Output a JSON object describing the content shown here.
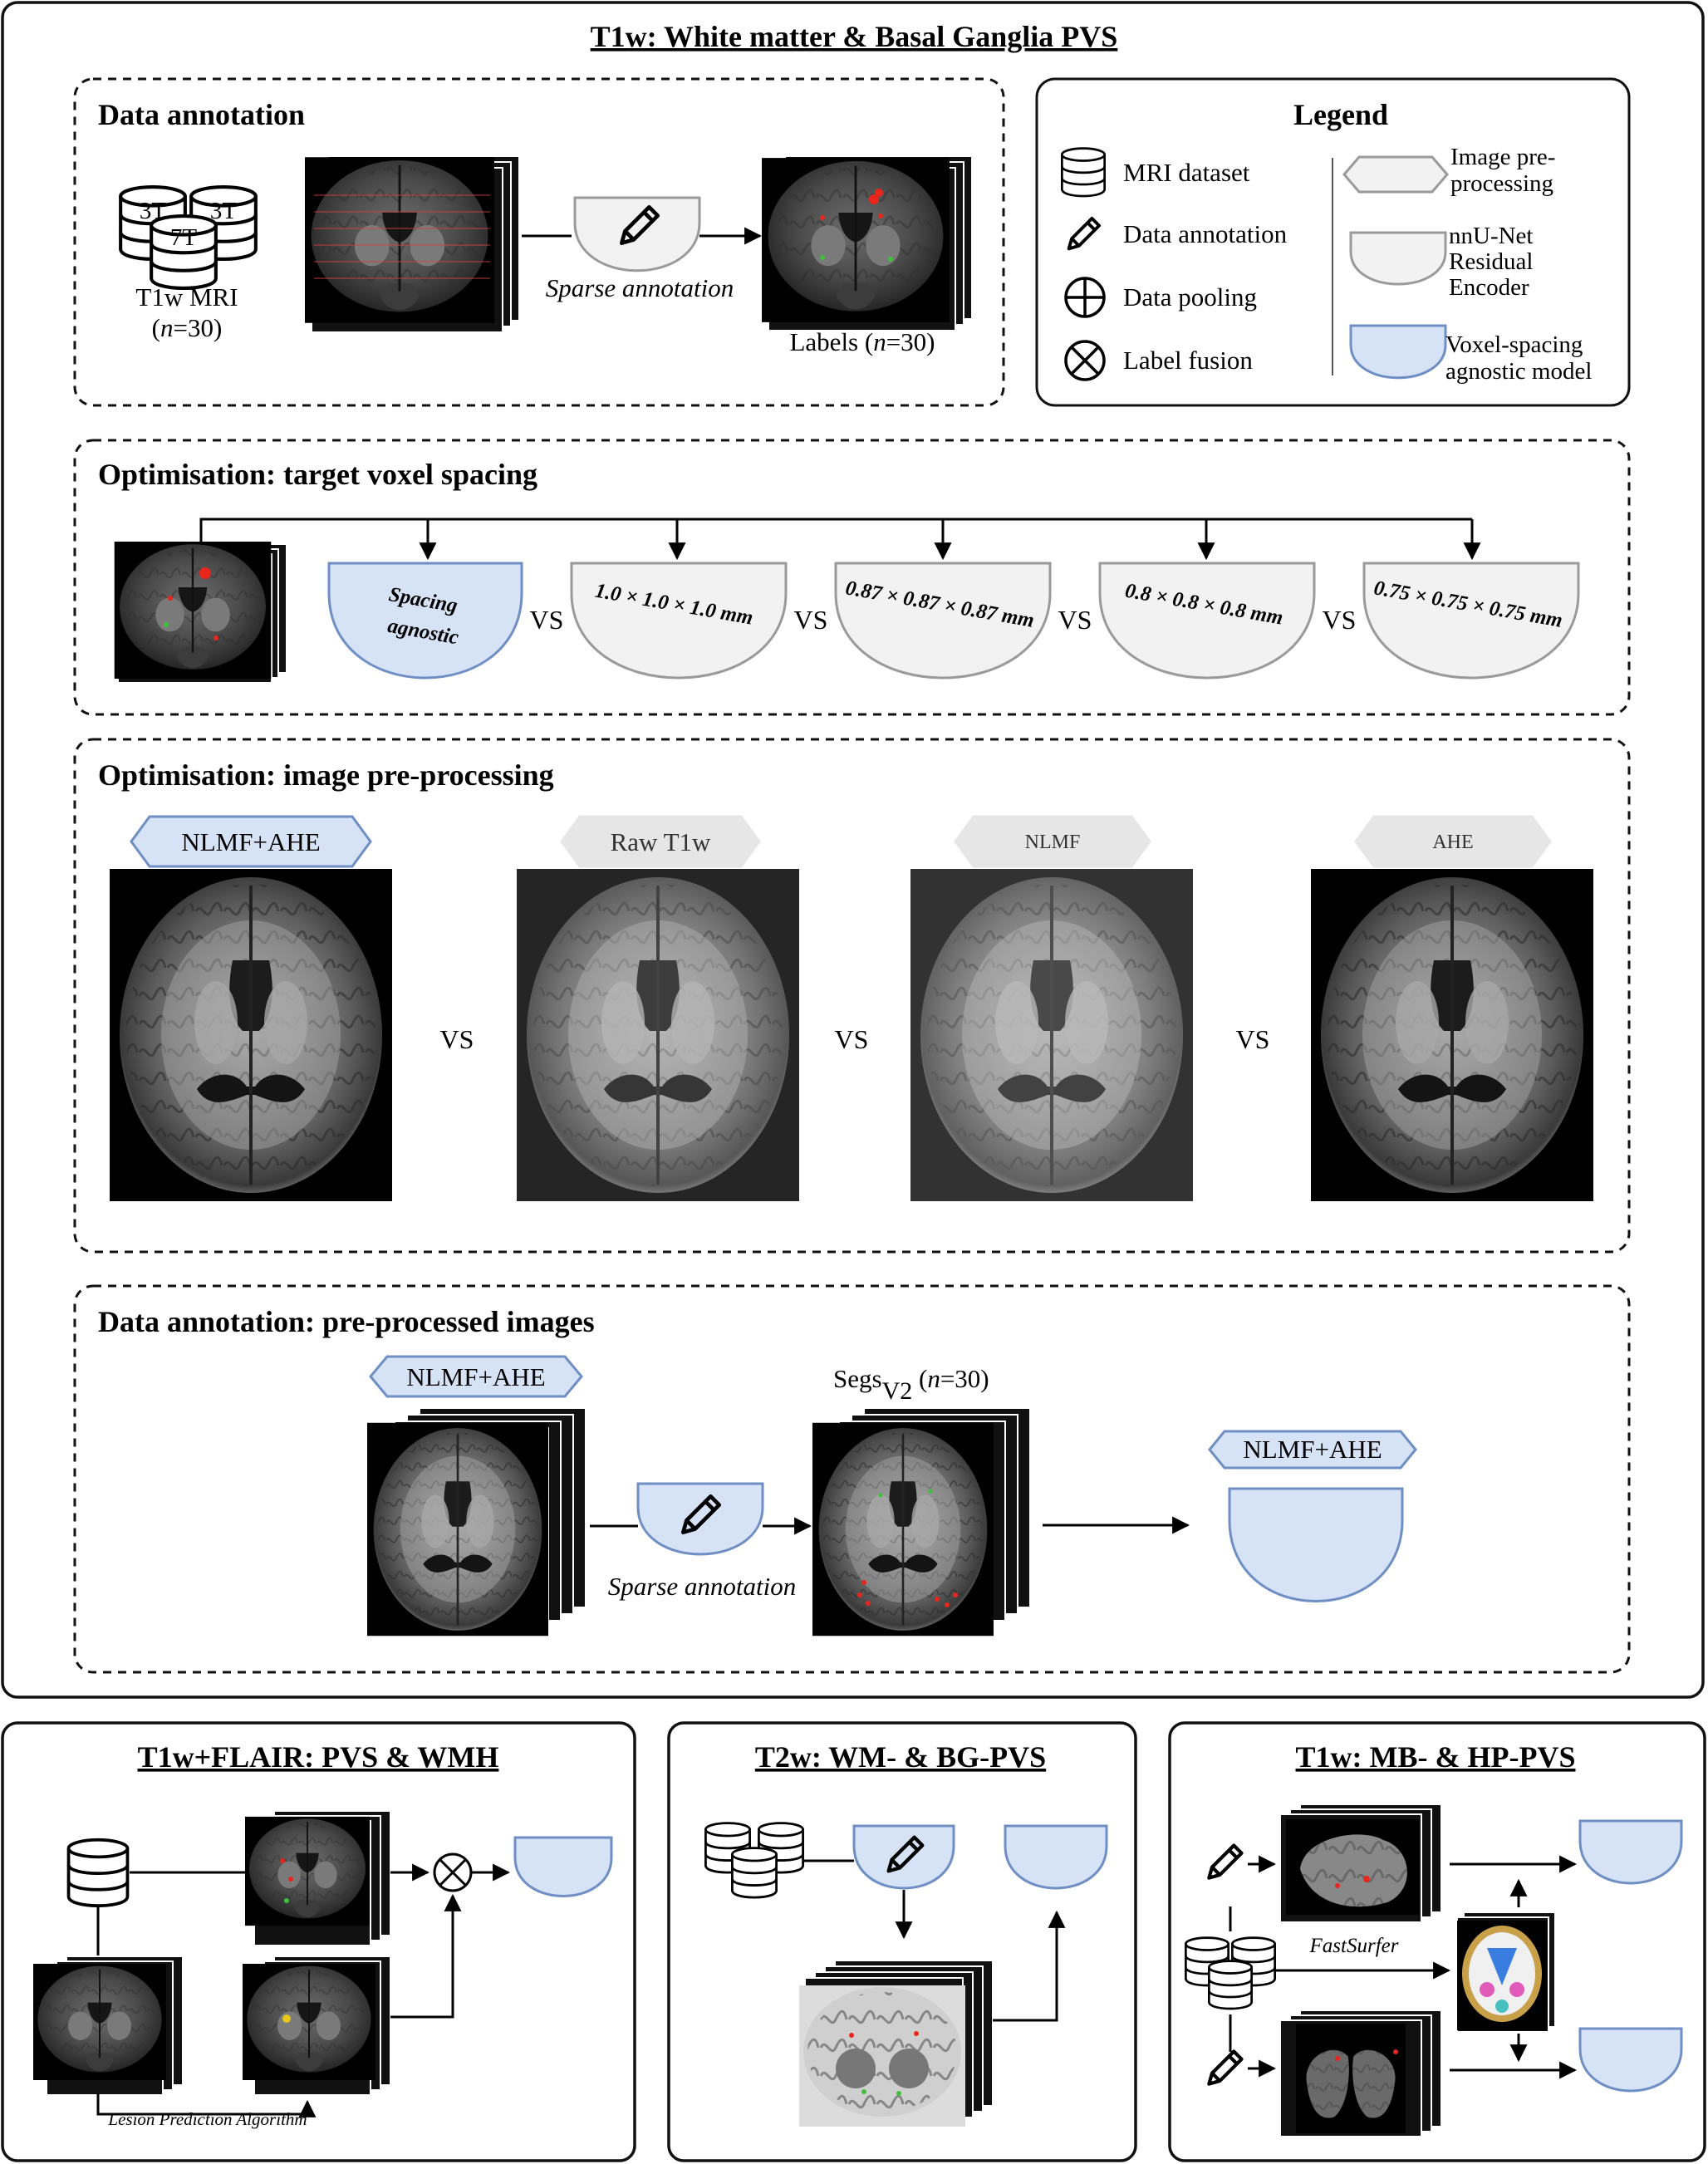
{
  "main_title": "T1w: White matter & Basal Ganglia PVS",
  "colors": {
    "blue_fill": "#d6e2f5",
    "blue_stroke": "#6f8fc4",
    "gray_fill": "#f2f2f2",
    "gray_stroke": "#9a9a9a",
    "red": "#e8261c",
    "green": "#3fbf3a"
  },
  "data_annotation": {
    "title": "Data annotation",
    "dataset_labels": [
      "3T",
      "7T",
      "3T"
    ],
    "dataset_caption": "T1w MRI",
    "dataset_n": "(n=30)",
    "process_label": "Sparse annotation",
    "output_label": "Labels (n=30)"
  },
  "legend": {
    "title": "Legend",
    "items": [
      {
        "icon": "database-icon",
        "label": "MRI dataset"
      },
      {
        "icon": "pencil-icon",
        "label": "Data annotation"
      },
      {
        "icon": "circle-plus-icon",
        "label": "Data pooling"
      },
      {
        "icon": "circle-cross-icon",
        "label": "Label fusion"
      }
    ],
    "shapes": [
      {
        "icon": "hexagon-gray-icon",
        "label_lines": [
          "Image pre-",
          "processing"
        ]
      },
      {
        "icon": "cup-gray-icon",
        "label_lines": [
          "nnU-Net",
          "Residual",
          "Encoder"
        ]
      },
      {
        "icon": "cup-blue-icon",
        "label_lines": [
          "Voxel-spacing",
          "agnostic model"
        ]
      }
    ]
  },
  "voxel_spacing": {
    "title": "Optimisation: target voxel spacing",
    "agnostic_label_lines": [
      "Spacing",
      "agnostic"
    ],
    "vs": "VS",
    "options": [
      "1.0 × 1.0 × 1.0 mm",
      "0.87 × 0.87 × 0.87 mm",
      "0.8 × 0.8 × 0.8 mm",
      "0.75 × 0.75 × 0.75 mm"
    ]
  },
  "preprocessing": {
    "title": "Optimisation: image pre-processing",
    "vs": "VS",
    "options": [
      "NLMF+AHE",
      "Raw T1w",
      "NLMF",
      "AHE"
    ]
  },
  "preprocessed_annotation": {
    "title": "Data annotation: pre-processed images",
    "input_label": "NLMF+AHE",
    "process_label": "Sparse annotation",
    "segs_label": "Segs",
    "segs_sub": "V2",
    "segs_n": "(n=30)",
    "model_label": "NLMF+AHE"
  },
  "panel_flair": {
    "title": "T1w+FLAIR: PVS & WMH",
    "lpa_label": "Lesion Prediction Algorithm"
  },
  "panel_t2": {
    "title": "T2w: WM- & BG-PVS"
  },
  "panel_mb": {
    "title": "T1w: MB- & HP-PVS",
    "fastsurfer_label": "FastSurfer"
  }
}
